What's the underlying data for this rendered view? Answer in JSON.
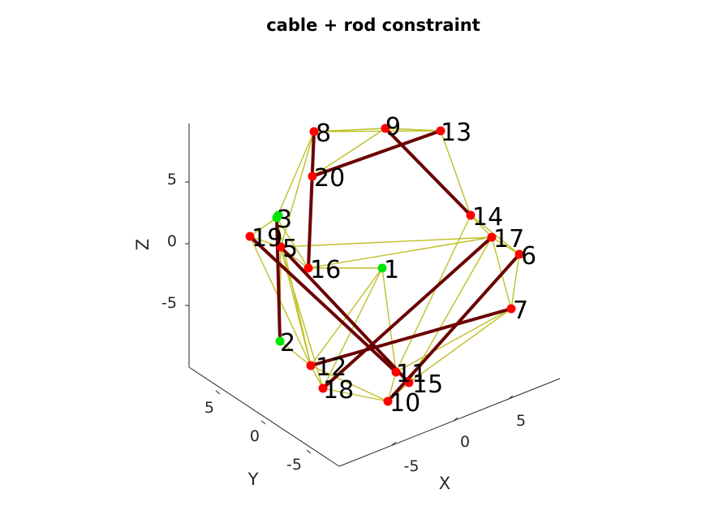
{
  "chart_data": {
    "type": "scatter",
    "title": "cable + rod constraint",
    "xlabel": "X",
    "ylabel": "Y",
    "zlabel": "Z",
    "x_ticks": [
      "-5",
      "0",
      "5"
    ],
    "y_ticks": [
      "5",
      "0",
      "-5"
    ],
    "z_ticks": [
      "5",
      "0",
      "-5"
    ],
    "colors": {
      "cable": "#bfbf26",
      "rod": "#6b0000",
      "node_free": "#ff0000",
      "node_fixed": "#00e600"
    },
    "nodes": [
      {
        "id": "1",
        "label": "1",
        "fixed": true
      },
      {
        "id": "2",
        "label": "2",
        "fixed": true
      },
      {
        "id": "3",
        "label": "3",
        "fixed": true
      },
      {
        "id": "4",
        "label": "",
        "fixed": true
      },
      {
        "id": "5",
        "label": "5",
        "fixed": false
      },
      {
        "id": "6",
        "label": "6",
        "fixed": false
      },
      {
        "id": "7",
        "label": "7",
        "fixed": false
      },
      {
        "id": "8",
        "label": "8",
        "fixed": false
      },
      {
        "id": "9",
        "label": "9",
        "fixed": false
      },
      {
        "id": "10",
        "label": "10",
        "fixed": false
      },
      {
        "id": "11",
        "label": "11",
        "fixed": false
      },
      {
        "id": "12",
        "label": "12",
        "fixed": false
      },
      {
        "id": "13",
        "label": "13",
        "fixed": false
      },
      {
        "id": "14",
        "label": "14",
        "fixed": false
      },
      {
        "id": "15",
        "label": "15",
        "fixed": false
      },
      {
        "id": "16",
        "label": "16",
        "fixed": false
      },
      {
        "id": "17",
        "label": "17",
        "fixed": false
      },
      {
        "id": "18",
        "label": "18",
        "fixed": false
      },
      {
        "id": "19",
        "label": "19",
        "fixed": false
      },
      {
        "id": "20",
        "label": "20",
        "fixed": false
      }
    ],
    "rods": [
      [
        "8",
        "16"
      ],
      [
        "9",
        "14"
      ],
      [
        "13",
        "20"
      ],
      [
        "3",
        "2"
      ],
      [
        "19",
        "11"
      ],
      [
        "5",
        "15"
      ],
      [
        "17",
        "18"
      ],
      [
        "6",
        "10"
      ],
      [
        "7",
        "12"
      ]
    ],
    "cables": [
      [
        "8",
        "9"
      ],
      [
        "9",
        "13"
      ],
      [
        "8",
        "20"
      ],
      [
        "9",
        "20"
      ],
      [
        "13",
        "14"
      ],
      [
        "8",
        "13"
      ],
      [
        "14",
        "17"
      ],
      [
        "17",
        "6"
      ],
      [
        "6",
        "7"
      ],
      [
        "14",
        "6"
      ],
      [
        "17",
        "7"
      ],
      [
        "3",
        "8"
      ],
      [
        "3",
        "19"
      ],
      [
        "3",
        "5"
      ],
      [
        "19",
        "5"
      ],
      [
        "5",
        "16"
      ],
      [
        "16",
        "3"
      ],
      [
        "19",
        "12"
      ],
      [
        "5",
        "12"
      ],
      [
        "5",
        "18"
      ],
      [
        "3",
        "12"
      ],
      [
        "2",
        "12"
      ],
      [
        "2",
        "5"
      ],
      [
        "12",
        "18"
      ],
      [
        "18",
        "10"
      ],
      [
        "12",
        "10"
      ],
      [
        "10",
        "15"
      ],
      [
        "10",
        "11"
      ],
      [
        "11",
        "15"
      ],
      [
        "15",
        "7"
      ],
      [
        "11",
        "7"
      ],
      [
        "15",
        "17"
      ],
      [
        "11",
        "14"
      ],
      [
        "1",
        "16"
      ],
      [
        "1",
        "12"
      ],
      [
        "1",
        "11"
      ],
      [
        "1",
        "18"
      ],
      [
        "16",
        "17"
      ],
      [
        "5",
        "17"
      ],
      [
        "9",
        "14"
      ],
      [
        "5",
        "8"
      ]
    ]
  }
}
